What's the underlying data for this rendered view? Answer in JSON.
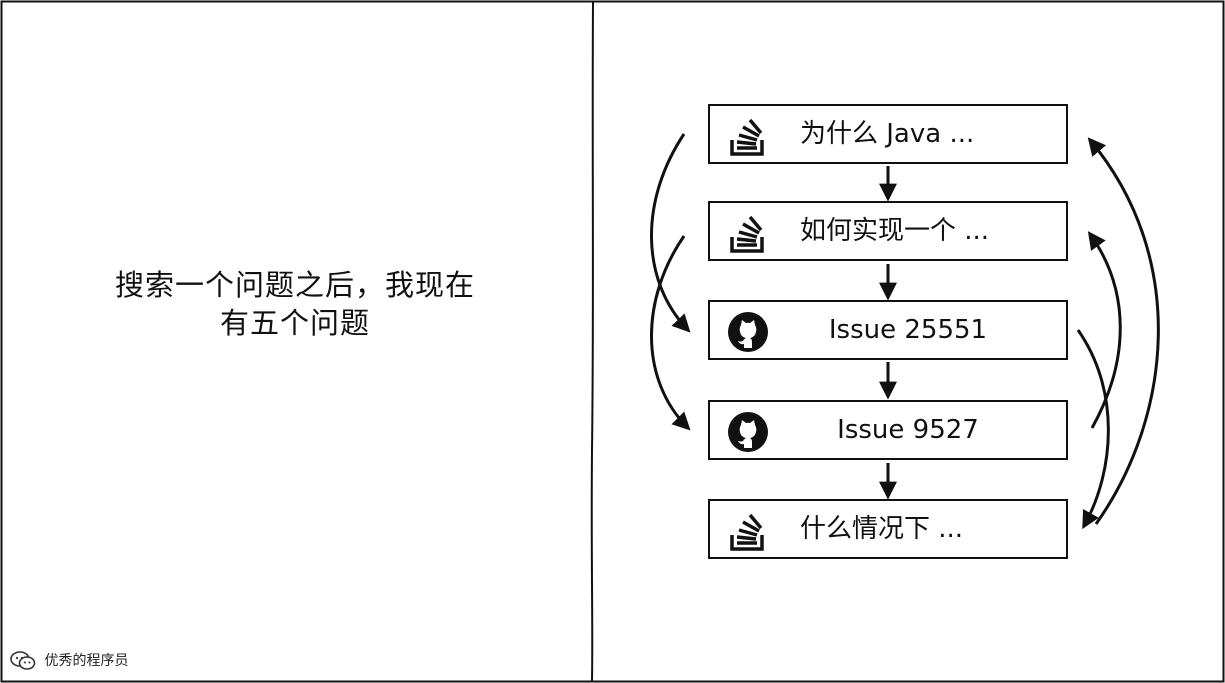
{
  "left_panel": {
    "caption_line1": "搜索一个问题之后，我现在",
    "caption_line2": "有五个问题"
  },
  "cards": [
    {
      "icon": "stackoverflow-icon",
      "label": "为什么 Java  ..."
    },
    {
      "icon": "stackoverflow-icon",
      "label": "如何实现一个  ..."
    },
    {
      "icon": "github-icon",
      "label": "Issue 25551"
    },
    {
      "icon": "github-icon",
      "label": "Issue 9527"
    },
    {
      "icon": "stackoverflow-icon",
      "label": "什么情况下 ..."
    }
  ],
  "watermark": {
    "icon": "wechat-icon",
    "text": "优秀的程序员"
  },
  "colors": {
    "stroke": "#111111",
    "background": "#ffffff"
  }
}
